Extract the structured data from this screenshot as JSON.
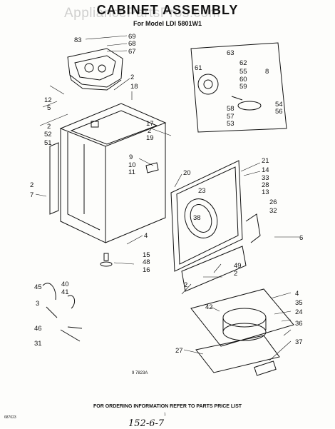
{
  "header": {
    "watermark": "AppliancePartsPros.com",
    "title": "CABINET ASSEMBLY",
    "subtitle": "For Model LDI 5801W1"
  },
  "callouts": [
    "83",
    "69",
    "68",
    "67",
    "2",
    "18",
    "12",
    "5",
    "2",
    "52",
    "51",
    "17",
    "2",
    "19",
    "9",
    "10",
    "11",
    "20",
    "2",
    "7",
    "4",
    "15",
    "48",
    "16",
    "45",
    "40",
    "41",
    "3",
    "46",
    "31",
    "63",
    "62",
    "61",
    "55",
    "60",
    "59",
    "58",
    "57",
    "53",
    "8",
    "54",
    "56",
    "21",
    "14",
    "33",
    "28",
    "13",
    "26",
    "32",
    "6",
    "23",
    "38",
    "49",
    "2",
    "2",
    "42",
    "4",
    "35",
    "24",
    "36",
    "37",
    "27"
  ],
  "figure_code": "9 7823A",
  "footer": {
    "note": "FOR ORDERING INFORMATION REFER TO PARTS PRICE LIST",
    "left_code": "687023",
    "page": "1",
    "handwritten": "152-6-7"
  }
}
